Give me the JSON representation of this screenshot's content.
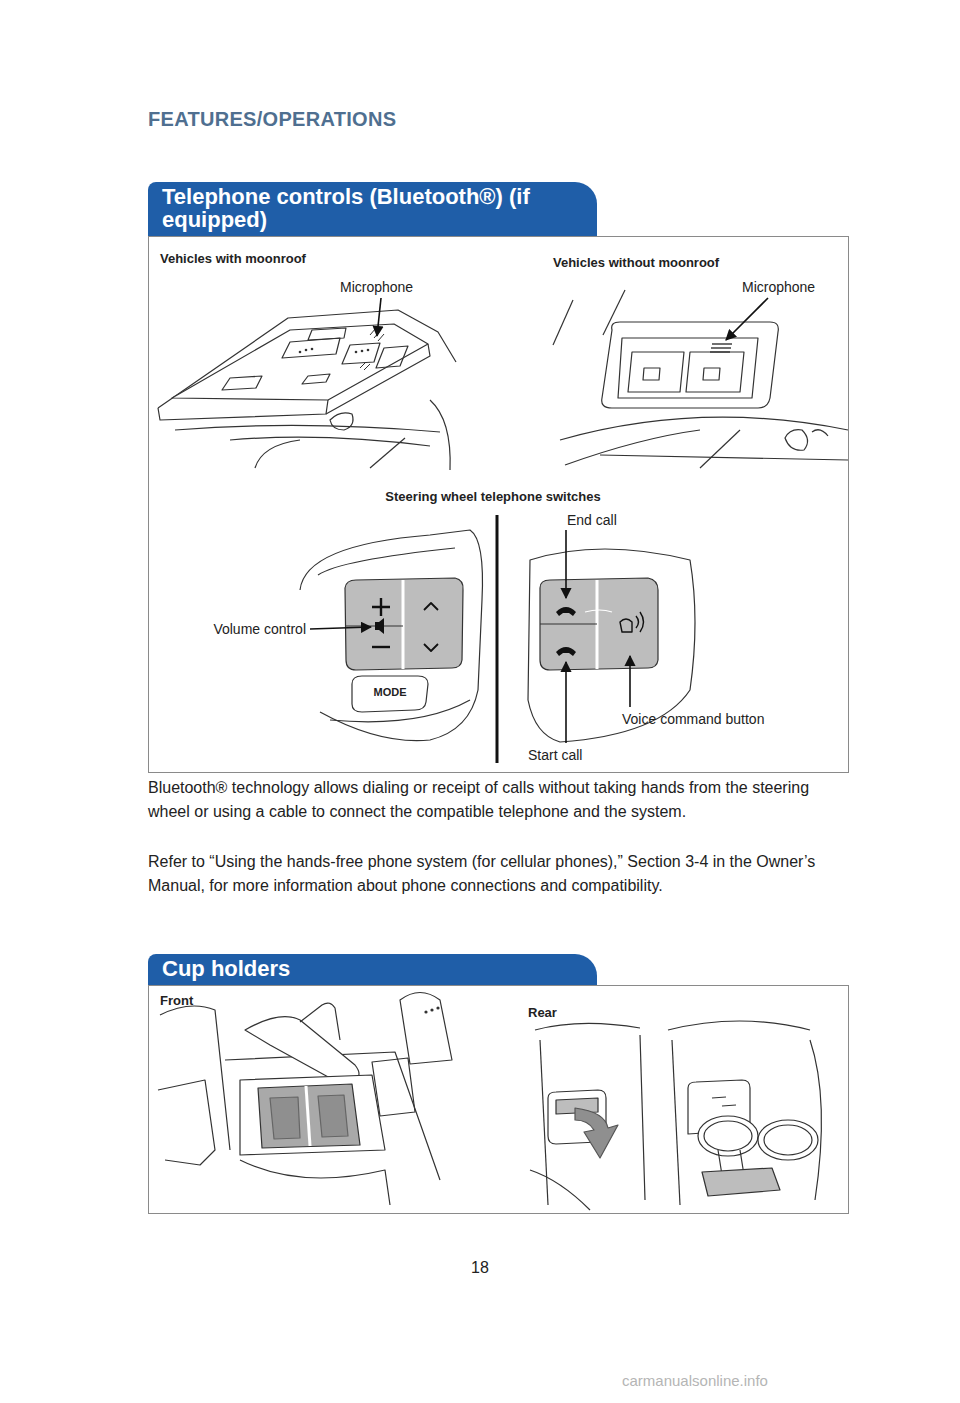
{
  "diagram": {
    "title": "FEATURES/OPERATIONS",
    "nodes": [
      {
        "text": [
          "Telephone controls (Bluetooth®) (if equipped)"
        ]
      },
      {
        "text": [
          "Cup holders"
        ]
      }
    ],
    "labels": [
      "Vehicles with moonroof",
      "Microphone",
      "Vehicles without moonroof",
      "Microphone",
      "Steering wheel telephone switches",
      "End call",
      "Volume control",
      "MODE",
      "Voice command button",
      "Start call",
      "Bluetooth® technology allows dialing or receipt of calls without taking hands from the steering wheel or using a cable to connect the compatible telephone and the system.",
      "Refer to “Using the hands-free phone system (for cellular phones),” Section 3-4 in the Owner’s Manual, for more information about phone connections and compatibility.",
      "Front",
      "Rear",
      "18",
      "carmanualsonline.info"
    ]
  }
}
